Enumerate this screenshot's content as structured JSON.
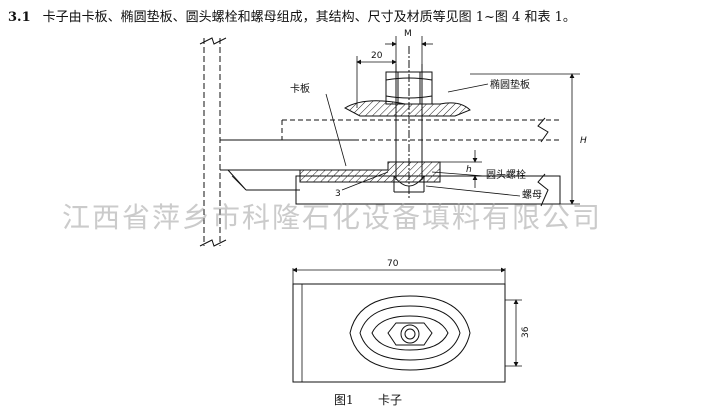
{
  "heading": {
    "number": "3.1",
    "text": "卡子由卡板、椭圆垫板、圆头螺栓和螺母组成，其结构、尺寸及材质等见图 1~图 4 和表 1。"
  },
  "watermark": "江西省萍乡市科隆石化设备填料有限公司",
  "labels": {
    "clamp_plate": "卡板",
    "oval_washer": "椭圆垫板",
    "round_bolt": "圆头螺栓",
    "nut": "螺母"
  },
  "dimensions": {
    "m": "M",
    "width_20": "20",
    "h_small": "h",
    "h_large": "H",
    "gap_3": "3",
    "length_70": "70",
    "height_36": "36"
  },
  "caption": {
    "figure": "图1",
    "title": "卡子"
  }
}
